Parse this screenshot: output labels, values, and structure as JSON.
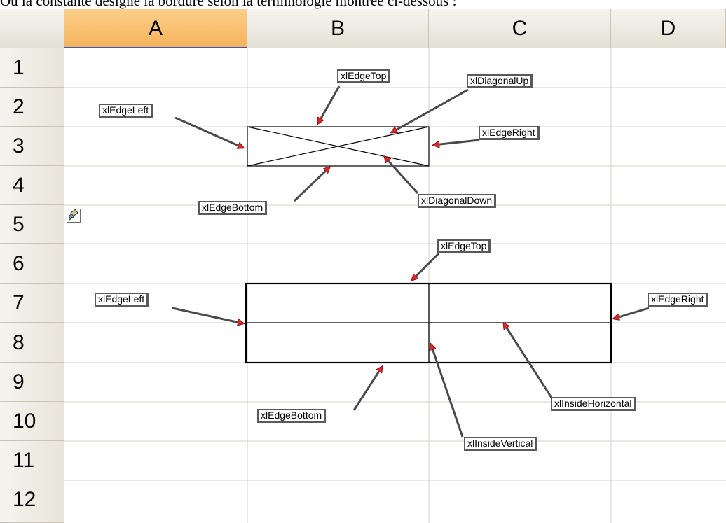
{
  "caption": "Où la constante désigne la bordure selon la terminologie montrée ci-dessous :",
  "sheet": {
    "columns": [
      {
        "label": "A",
        "selected": true
      },
      {
        "label": "B",
        "selected": false
      },
      {
        "label": "C",
        "selected": false
      },
      {
        "label": "D",
        "selected": false
      }
    ],
    "rows": [
      "1",
      "2",
      "3",
      "4",
      "5",
      "6",
      "7",
      "8",
      "9",
      "10",
      "11",
      "12"
    ],
    "selected_header_color": "#f7bd6c",
    "gridline_color": "#d4d0c8"
  },
  "example1": {
    "labels": {
      "edge_top": "xlEdgeTop",
      "diagonal_up": "xlDiagonalUp",
      "edge_left": "xlEdgeLeft",
      "edge_right": "xlEdgeRight",
      "edge_bottom": "xlEdgeBottom",
      "diagonal_down": "xlDiagonalDown"
    }
  },
  "example2": {
    "labels": {
      "edge_top": "xlEdgeTop",
      "edge_left": "xlEdgeLeft",
      "edge_right": "xlEdgeRight",
      "edge_bottom": "xlEdgeBottom",
      "inside_horizontal": "xlInsideHorizontal",
      "inside_vertical": "xlInsideVertical"
    }
  },
  "icons": {
    "paste_icon": "paint-brush-icon"
  },
  "colors": {
    "arrow_line": "#4a4a4a",
    "arrow_head": "#e0242a",
    "border": "#000000"
  }
}
